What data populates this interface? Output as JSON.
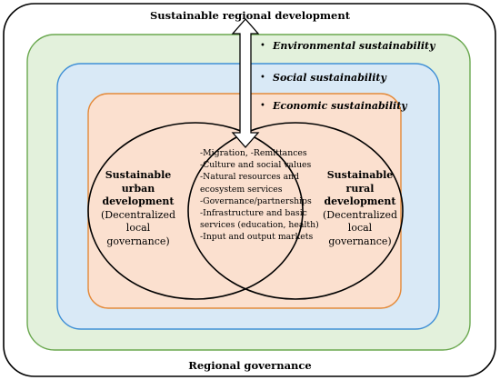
{
  "top_title": "Sustainable regional development",
  "bottom_title": "Regional governance",
  "dimensions": [
    {
      "label": "Environmental sustainability",
      "color": "#6aa84f",
      "fill": "#e3f1dc"
    },
    {
      "label": "Social sustainability",
      "color": "#3f8fd6",
      "fill": "#d9e9f6"
    },
    {
      "label": "Economic sustainability",
      "color": "#e48a3a",
      "fill": "#fbe0cf"
    }
  ],
  "bullet_glyph": "•",
  "urban": {
    "title_lines": [
      "Sustainable",
      "urban",
      "development"
    ],
    "sub_lines": [
      "(Decentralized",
      "local",
      "governance)"
    ]
  },
  "rural": {
    "title_lines": [
      "Sustainable",
      "rural",
      "development"
    ],
    "sub_lines": [
      "(Decentralized",
      "local",
      "governance)"
    ]
  },
  "overlap_items": [
    "-Migration, -Remittances",
    "-Culture and social values",
    "-Natural resources and",
    "ecosystem services",
    "-Governance/partnerships",
    "-Infrastructure and basic",
    "services (education, health)",
    "-Input and output markets"
  ]
}
